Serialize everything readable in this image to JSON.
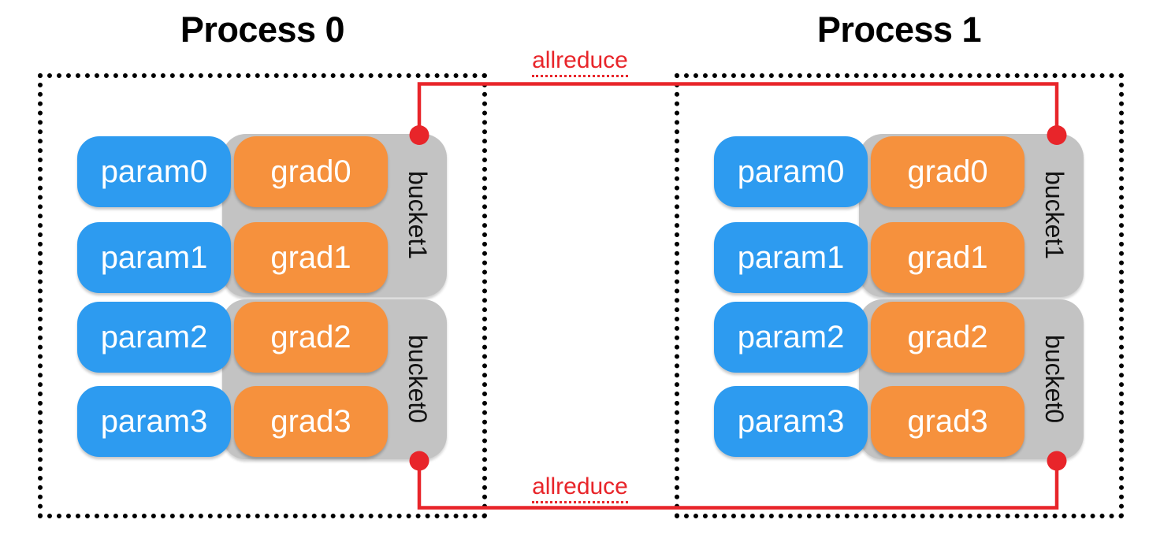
{
  "processes": [
    {
      "title": "Process 0",
      "buckets": [
        {
          "label": "bucket1",
          "rows": [
            {
              "param": "param0",
              "grad": "grad0"
            },
            {
              "param": "param1",
              "grad": "grad1"
            }
          ]
        },
        {
          "label": "bucket0",
          "rows": [
            {
              "param": "param2",
              "grad": "grad2"
            },
            {
              "param": "param3",
              "grad": "grad3"
            }
          ]
        }
      ]
    },
    {
      "title": "Process 1",
      "buckets": [
        {
          "label": "bucket1",
          "rows": [
            {
              "param": "param0",
              "grad": "grad0"
            },
            {
              "param": "param1",
              "grad": "grad1"
            }
          ]
        },
        {
          "label": "bucket0",
          "rows": [
            {
              "param": "param2",
              "grad": "grad2"
            },
            {
              "param": "param3",
              "grad": "grad3"
            }
          ]
        }
      ]
    }
  ],
  "connectors": {
    "top": {
      "label": "allreduce"
    },
    "bottom": {
      "label": "allreduce"
    }
  },
  "colors": {
    "param": "#2D9BF0",
    "grad": "#F6913D",
    "bucket": "#C3C3C3",
    "connector": "#E8252A",
    "border": "#000000",
    "text_on_block": "#FFFFFF",
    "bucket_text": "#111111",
    "title_text": "#000000"
  }
}
